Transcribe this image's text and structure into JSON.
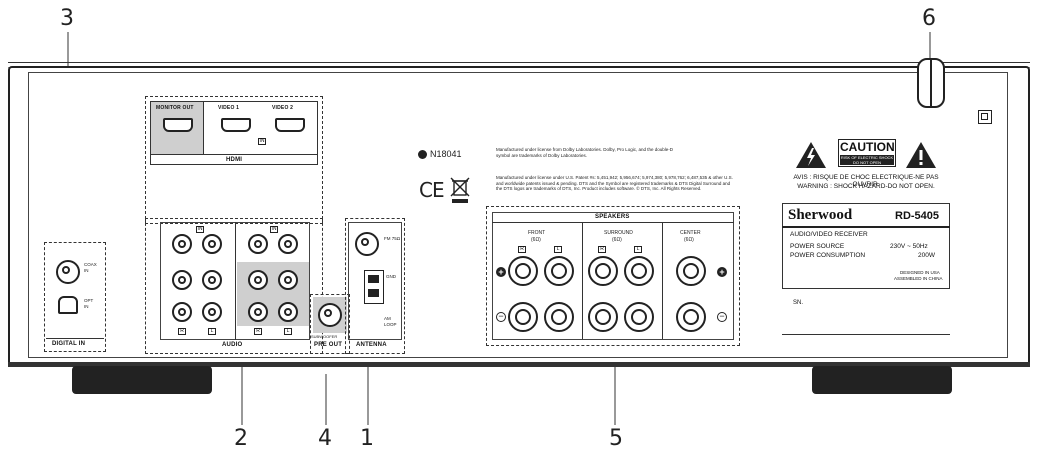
{
  "callouts": {
    "c1": "1",
    "c2": "2",
    "c3": "3",
    "c4": "4",
    "c5": "5",
    "c6": "6"
  },
  "labels": {
    "hdmi": "HDMI",
    "monitor_out": "MONITOR OUT",
    "video1": "VIDEO 1",
    "video2": "VIDEO 2",
    "audio": "AUDIO",
    "pre_out": "PRE OUT",
    "antenna": "ANTENNA",
    "digital_in": "DIGITAL IN",
    "speakers": "SPEAKERS",
    "front": "FRONT",
    "surround": "SURROUND",
    "center": "CENTER",
    "impedance": "(6Ω)",
    "fm_75": "FM 75Ω",
    "gnd": "GND",
    "am_loop": "AM LOOP",
    "subwoofer": "SUBWOOFER",
    "cert": "N18041",
    "license1": "Manufactured under license from Dolby Laboratories. Dolby, Pro Logic, and the double-D symbol are trademarks of Dolby Laboratories.",
    "license2": "Manufactured under license under U.S. Patent #s: 5,451,942; 5,956,674; 5,974,380; 5,978,762; 6,487,535 & other U.S. and worldwide patents issued & pending. DTS and the Symbol are registered trademarks & DTS Digital Surround and the DTS logos are trademarks of DTS, Inc. Product includes software. © DTS, Inc. All Rights Reserved.",
    "ce": "CE",
    "caution": "CAUTION",
    "caution_sub": "RISK OF ELECTRIC SHOCK DO NOT OPEN",
    "avis": "AVIS : RISQUE DE CHOC ELECTRIQUE-NE PAS OUVRIR.",
    "warning": "WARNING : SHOCK HAZARD-DO NOT OPEN.",
    "brand": "Sherwood",
    "model": "RD-5405",
    "product_type": "AUDIO/VIDEO RECEIVER",
    "power_source": "POWER SOURCE",
    "power_source_val": "230V ~ 50Hz",
    "power_consumption": "POWER CONSUMPTION",
    "power_consumption_val": "200W",
    "designed": "DESIGNED IN USA",
    "assembled": "ASSEMBLED IN CHINA",
    "sn": "SN."
  }
}
